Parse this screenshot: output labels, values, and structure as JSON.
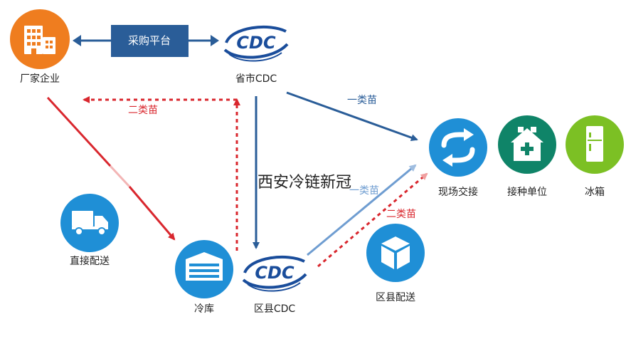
{
  "nodes": {
    "factory": {
      "label": "厂家企业",
      "icon": "building-icon"
    },
    "platform": {
      "label": "采购平台"
    },
    "provincial_cdc": {
      "label": "省市CDC",
      "logo": "CDC"
    },
    "county_cdc": {
      "label": "区县CDC",
      "logo": "CDC"
    },
    "cold_storage": {
      "label": "冷库",
      "icon": "warehouse-icon"
    },
    "direct_delivery": {
      "label": "直接配送",
      "icon": "truck-icon"
    },
    "county_delivery": {
      "label": "区县配送",
      "icon": "box-icon"
    },
    "handover": {
      "label": "现场交接",
      "icon": "exchange-arrows-icon"
    },
    "vaccination_unit": {
      "label": "接种单位",
      "icon": "clinic-icon"
    },
    "fridge": {
      "label": "冰箱",
      "icon": "fridge-icon"
    }
  },
  "edge_labels": {
    "class1_top": "一类苗",
    "class2_top": "二类苗",
    "class1_bottom": "一类苗",
    "class2_bottom": "二类苗"
  },
  "overlay_text": "西安冷链新冠",
  "colors": {
    "orange": "#ef7d1f",
    "blue": "#1f8fd6",
    "dark_blue": "#2a5d98",
    "teal": "#0f8468",
    "green": "#7cc024",
    "red": "#d9272e",
    "cdc_blue": "#1a4d9b"
  }
}
